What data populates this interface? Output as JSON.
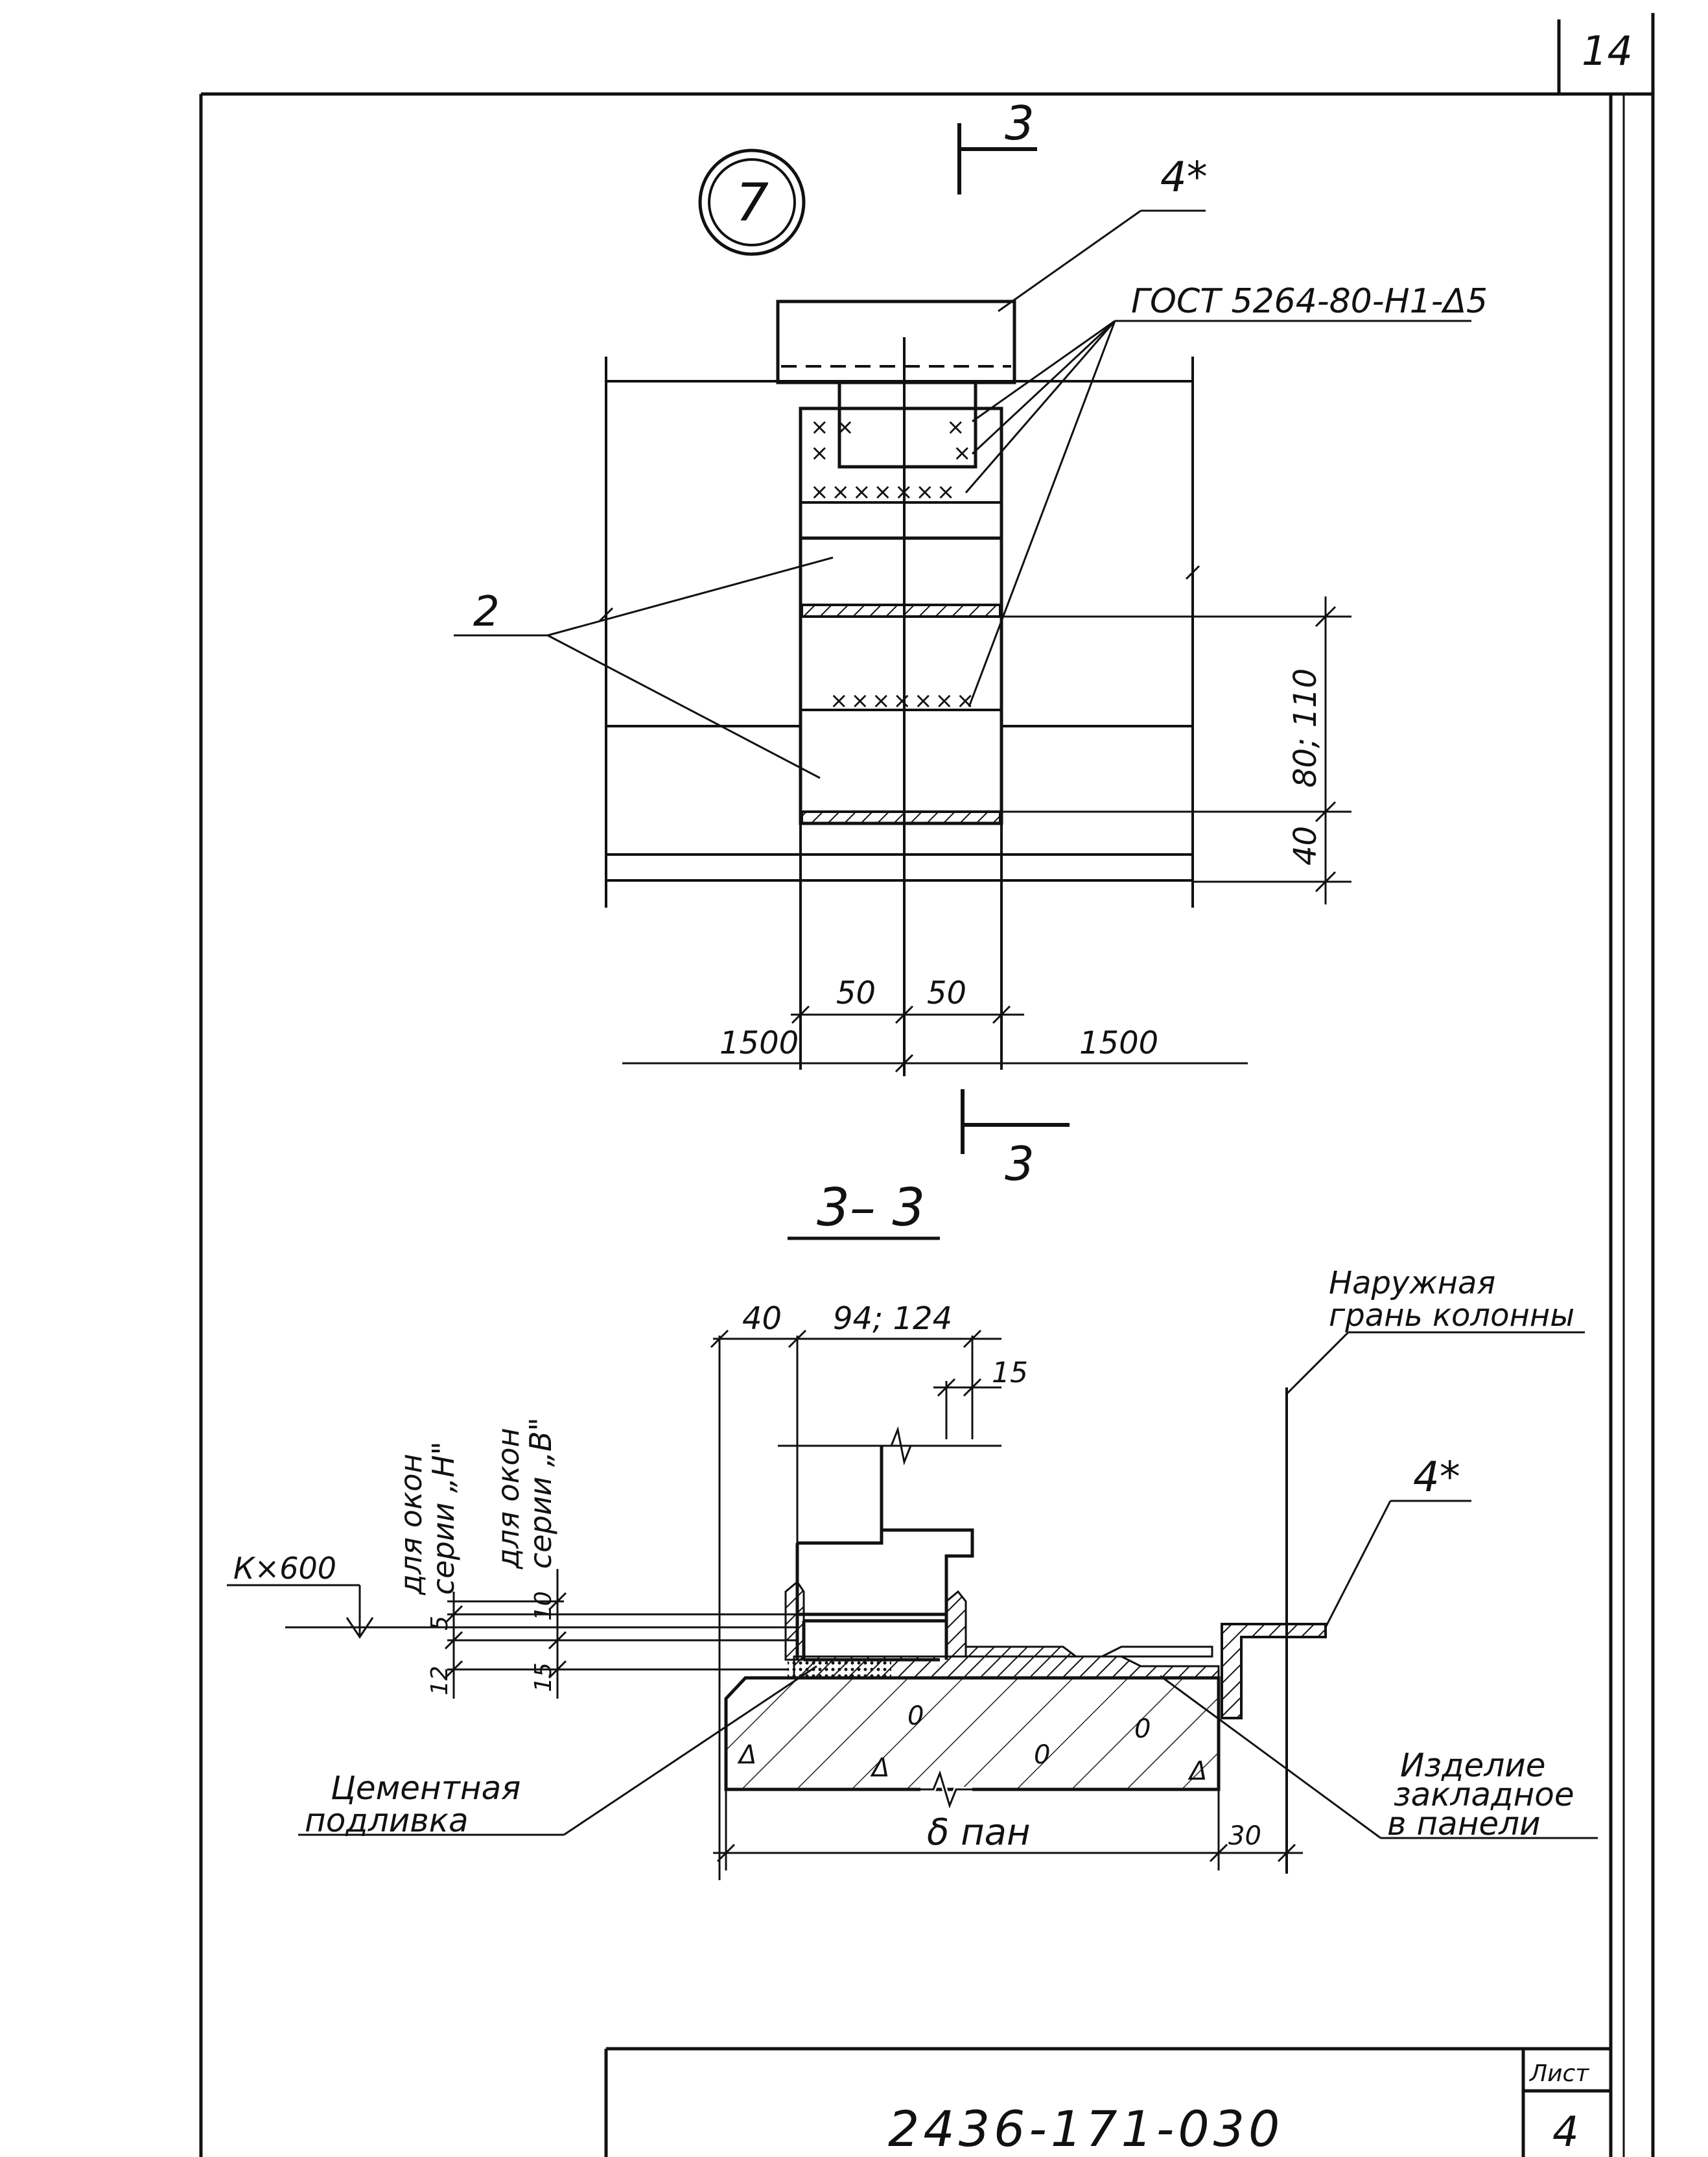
{
  "sheet": {
    "page_number": "14",
    "callout_number": "7",
    "drawing_code": "2436-171-030",
    "sheet_label": "Лист",
    "sheet_value": "4"
  },
  "plan_view": {
    "section_mark_top": "3",
    "section_mark_bottom": "3",
    "part_4_label": "4*",
    "part_2_label": "2",
    "weld_spec": "ГОСТ 5264-80-Н1-Δ5",
    "dim_80_110": "80; 110",
    "dim_40": "40",
    "dim_50_left": "50",
    "dim_50_right": "50",
    "dim_1500_left": "1500",
    "dim_1500_right": "1500"
  },
  "section_view": {
    "title": "3– 3",
    "dim_40": "40",
    "dim_94_124": "94; 124",
    "dim_15_top": "15",
    "part_4_label": "4*",
    "outer_face_label_1": "Наружная",
    "outer_face_label_2": "грань колонны",
    "window_h_1": "для окон",
    "window_h_2": "серии „Н\"",
    "window_b_1": "для окон",
    "window_b_2": "серии „В\"",
    "level_label": "К×600",
    "dim_5": "5",
    "dim_10": "10",
    "dim_12": "12",
    "dim_15_bottom": "15",
    "cement_1": "Цементная",
    "cement_2": "подливка",
    "embedded_1": "Изделие",
    "embedded_2": "закладное",
    "embedded_3": "в панели",
    "panel_width": "δ пан",
    "dim_30": "30"
  }
}
